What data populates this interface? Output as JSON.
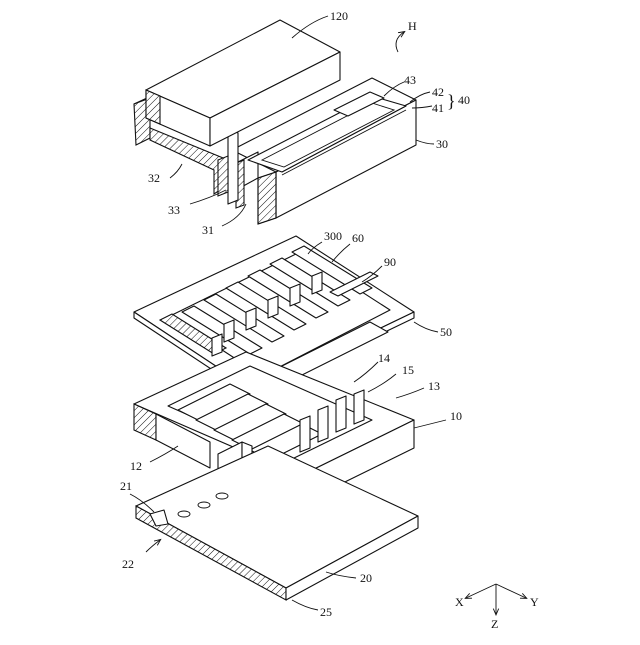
{
  "labels": {
    "l120": "120",
    "lH": "H",
    "l43": "43",
    "l42": "42",
    "l41": "41",
    "l40": "40",
    "l30": "30",
    "l32": "32",
    "l33": "33",
    "l31": "31",
    "l300": "300",
    "l60": "60",
    "l90": "90",
    "l50": "50",
    "l14": "14",
    "l15": "15",
    "l13": "13",
    "l10": "10",
    "l12": "12",
    "l21": "21",
    "l22": "22",
    "l20": "20",
    "l25": "25"
  },
  "axes": {
    "x": "X",
    "y": "Y",
    "z": "Z"
  }
}
